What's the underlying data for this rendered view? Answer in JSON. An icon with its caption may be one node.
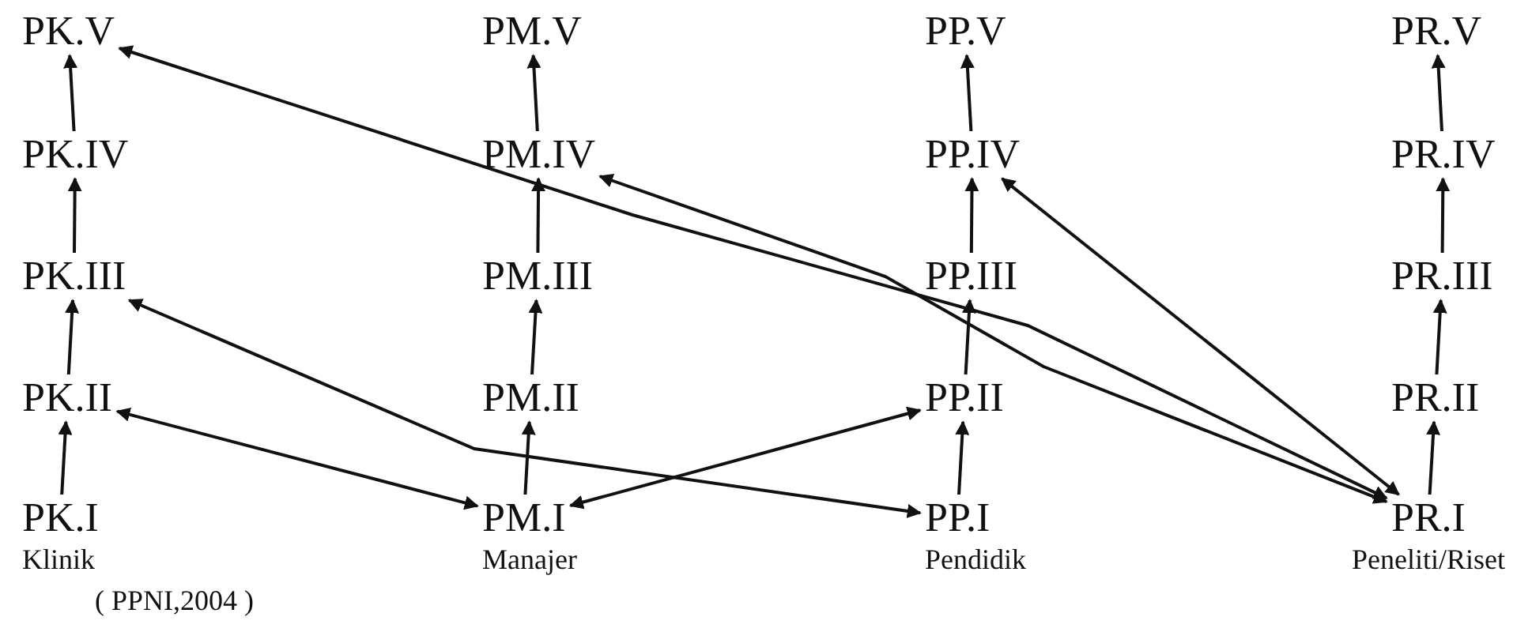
{
  "diagram": {
    "nodes": [
      {
        "text": [
          "PK.V"
        ]
      },
      {
        "text": [
          "PM.V"
        ]
      },
      {
        "text": [
          "PP.V"
        ]
      },
      {
        "text": [
          "PR.V"
        ]
      },
      {
        "text": [
          "PK.IV"
        ]
      },
      {
        "text": [
          "PM.IV"
        ]
      },
      {
        "text": [
          "PP.IV"
        ]
      },
      {
        "text": [
          "PR.IV"
        ]
      },
      {
        "text": [
          "PK.III"
        ]
      },
      {
        "text": [
          "PM.III"
        ]
      },
      {
        "text": [
          "PP.III"
        ]
      },
      {
        "text": [
          "PR.III"
        ]
      },
      {
        "text": [
          "PK.II"
        ]
      },
      {
        "text": [
          "PM.II"
        ]
      },
      {
        "text": [
          "PP.II"
        ]
      },
      {
        "text": [
          "PR.II"
        ]
      },
      {
        "text": [
          "PK.I"
        ]
      },
      {
        "text": [
          "PM.I"
        ]
      },
      {
        "text": [
          "PP.I"
        ]
      },
      {
        "text": [
          "PR.I"
        ]
      }
    ],
    "edges": [
      {
        "from": 16,
        "to": 12,
        "arrow": "to"
      },
      {
        "from": 12,
        "to": 8,
        "arrow": "to"
      },
      {
        "from": 8,
        "to": 4,
        "arrow": "to"
      },
      {
        "from": 4,
        "to": 0,
        "arrow": "to"
      },
      {
        "from": 17,
        "to": 13,
        "arrow": "to"
      },
      {
        "from": 13,
        "to": 9,
        "arrow": "to"
      },
      {
        "from": 9,
        "to": 5,
        "arrow": "to"
      },
      {
        "from": 5,
        "to": 1,
        "arrow": "to"
      },
      {
        "from": 18,
        "to": 14,
        "arrow": "to"
      },
      {
        "from": 14,
        "to": 10,
        "arrow": "to"
      },
      {
        "from": 10,
        "to": 6,
        "arrow": "to"
      },
      {
        "from": 6,
        "to": 2,
        "arrow": "to"
      },
      {
        "from": 19,
        "to": 15,
        "arrow": "to"
      },
      {
        "from": 15,
        "to": 11,
        "arrow": "to"
      },
      {
        "from": 11,
        "to": 7,
        "arrow": "to"
      },
      {
        "from": 7,
        "to": 3,
        "arrow": "to"
      },
      {
        "from": 0,
        "to": 19,
        "arrow": "both"
      },
      {
        "from": 5,
        "to": 19,
        "arrow": "both"
      },
      {
        "from": 6,
        "to": 19,
        "arrow": "both"
      },
      {
        "from": 8,
        "to": 18,
        "arrow": "both"
      },
      {
        "from": 12,
        "to": 17,
        "arrow": "both"
      },
      {
        "from": 17,
        "to": 14,
        "arrow": "both"
      }
    ],
    "labels": [
      "Klinik",
      "Manajer",
      "Pendidik",
      "Peneliti/Riset",
      "( PPNI,2004 )"
    ]
  }
}
